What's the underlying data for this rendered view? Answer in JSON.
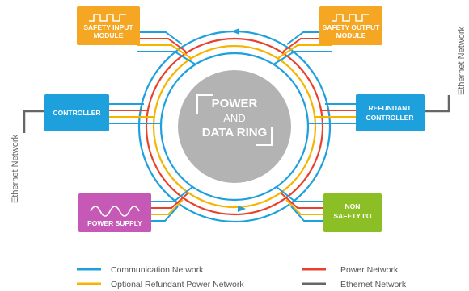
{
  "center": {
    "line1": "POWER",
    "line2": "AND",
    "line3": "DATA RING"
  },
  "modules": {
    "safety_input": {
      "line1": "SAFETY INPUT",
      "line2": "MODULE",
      "icon": "square-wave-icon",
      "color": "#f5a623"
    },
    "safety_output": {
      "line1": "SAFETY OUTPUT",
      "line2": "MODULE",
      "icon": "square-wave-icon",
      "color": "#f5a623"
    },
    "controller": {
      "label": "CONTROLLER",
      "color": "#1ea0dc"
    },
    "redundant_controller": {
      "line1": "REFUNDANT",
      "line2": "CONTROLLER",
      "color": "#1ea0dc"
    },
    "power_supply": {
      "label": "POWER SUPPLY",
      "icon": "sine-wave-icon",
      "color": "#c659b5"
    },
    "non_safety_io": {
      "line1": "NON",
      "line2": "SAFETY I/O",
      "color": "#8cbf26"
    }
  },
  "side_labels": {
    "left": "Ethernet Network",
    "right": "Ethernet Network"
  },
  "legend": {
    "communication": {
      "label": "Communication Network",
      "color": "#1ea0dc"
    },
    "power": {
      "label": "Power Network",
      "color": "#e8412c"
    },
    "optional_power": {
      "label": "Optional Refundant Power Network",
      "color": "#f5b400"
    },
    "ethernet": {
      "label": "Ethernet Network",
      "color": "#666666"
    }
  }
}
